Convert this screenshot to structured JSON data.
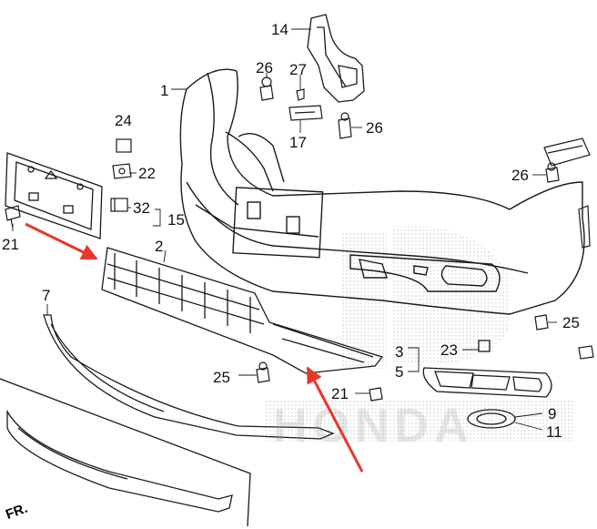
{
  "callouts": {
    "c1": "1",
    "c2": "2",
    "c3": "3",
    "c5": "5",
    "c7": "7",
    "c9": "9",
    "c11": "11",
    "c14": "14",
    "c15": "15",
    "c17": "17",
    "c21a": "21",
    "c21b": "21",
    "c22": "22",
    "c23": "23",
    "c24": "24",
    "c25a": "25",
    "c25b": "25",
    "c26a": "26",
    "c26b": "26",
    "c26c": "26",
    "c27": "27",
    "c32": "32"
  },
  "direction_label": "FR.",
  "watermark_text": "HONDA",
  "colors": {
    "line": "#1a1a1a",
    "arrow": "#e8362a",
    "background": "#ffffff"
  }
}
